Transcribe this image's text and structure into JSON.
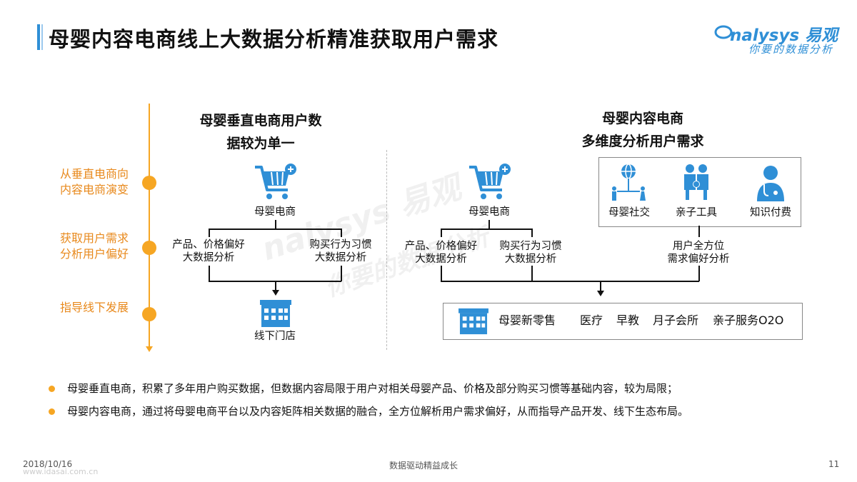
{
  "header": {
    "title": "母婴内容电商线上大数据分析精准获取用户需求",
    "logo_text": "nalysys 易观",
    "logo_tagline": "你要的数据分析"
  },
  "timeline": {
    "steps": [
      {
        "line1": "从垂直电商向",
        "line2": "内容电商演变"
      },
      {
        "line1": "获取用户需求",
        "line2": "分析用户偏好"
      },
      {
        "line1": "指导线下发展",
        "line2": ""
      }
    ]
  },
  "left": {
    "heading_line1": "母婴垂直电商用户数",
    "heading_line2": "据较为单一",
    "cart_label": "母婴电商",
    "branch1_line1": "产品、价格偏好",
    "branch1_line2": "大数据分析",
    "branch2_line1": "购买行为习惯",
    "branch2_line2": "大数据分析",
    "store_label": "线下门店"
  },
  "right": {
    "heading_line1": "母婴内容电商",
    "heading_line2": "多维度分析用户需求",
    "cart_label": "母婴电商",
    "branch1_line1": "产品、价格偏好",
    "branch1_line2": "大数据分析",
    "branch2_line1": "购买行为习惯",
    "branch2_line2": "大数据分析",
    "content_items": [
      "母婴社交",
      "亲子工具",
      "知识付费"
    ],
    "content_line1": "用户全方位",
    "content_line2": "需求偏好分析",
    "retail_label": "母婴新零售",
    "retail_items": [
      "医疗",
      "早教",
      "月子会所",
      "亲子服务O2O"
    ]
  },
  "bullets": [
    "母婴垂直电商，积累了多年用户购买数据，但数据内容局限于用户对相关母婴产品、价格及部分购买习惯等基础内容，较为局限；",
    "母婴内容电商，通过将母婴电商平台以及内容矩阵相关数据的融合，全方位解析用户需求偏好，从而指导产品开发、线下生态布局。"
  ],
  "footer": {
    "date": "2018/10/16",
    "slogan": "数据驱动精益成长",
    "page": "11",
    "watermark_url": "www.idasai.com.cn"
  },
  "watermark": {
    "line1": "nalysys 易观",
    "line2": "你要的数据分析"
  },
  "colors": {
    "accent_blue": "#2f8fd6",
    "accent_orange": "#f6a623"
  }
}
